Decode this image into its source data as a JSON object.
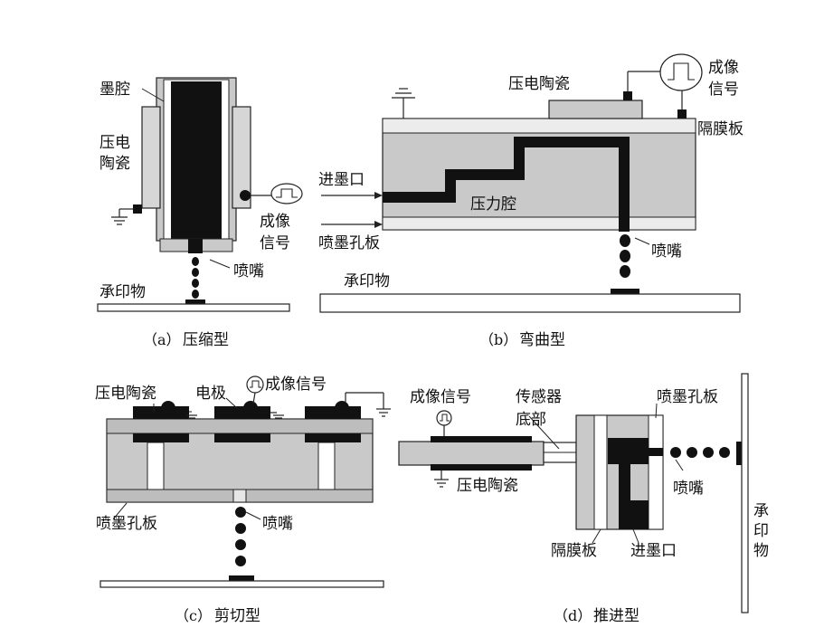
{
  "panel_a": {
    "ink_chamber": "墨腔",
    "piezo_line1": "压电",
    "piezo_line2": "陶瓷",
    "signal_line1": "成像",
    "signal_line2": "信号",
    "nozzle": "喷嘴",
    "substrate": "承印物",
    "caption_tag": "（a）",
    "caption": "压缩型"
  },
  "panel_b": {
    "piezo": "压电陶瓷",
    "signal_line1": "成像",
    "signal_line2": "信号",
    "diaphragm": "隔膜板",
    "ink_inlet": "进墨口",
    "pressure_chamber": "压力腔",
    "nozzle_plate": "喷墨孔板",
    "nozzle": "喷嘴",
    "substrate": "承印物",
    "caption_tag": "（b）",
    "caption": "弯曲型"
  },
  "panel_c": {
    "piezo": "压电陶瓷",
    "electrode": "电极",
    "signal": "成像信号",
    "nozzle_plate": "喷墨孔板",
    "nozzle": "喷嘴",
    "caption_tag": "（c）",
    "caption": "剪切型"
  },
  "panel_d": {
    "signal": "成像信号",
    "sensor_line1": "传感器",
    "sensor_line2": "底部",
    "nozzle_plate": "喷墨孔板",
    "piezo": "压电陶瓷",
    "nozzle": "喷嘴",
    "diaphragm": "隔膜板",
    "ink_inlet": "进墨口",
    "substrate_1": "承",
    "substrate_2": "印",
    "substrate_3": "物",
    "caption_tag": "（d）",
    "caption": "推进型"
  }
}
